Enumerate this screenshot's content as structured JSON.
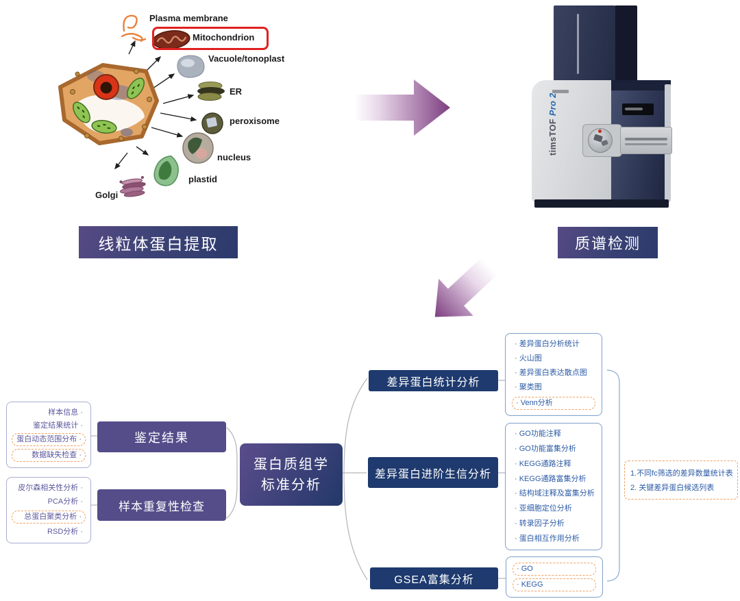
{
  "extraction": {
    "caption": "线粒体蛋白提取",
    "organelle_labels": {
      "plasma_membrane": "Plasma membrane",
      "mitochondrion": "Mitochondrion",
      "vacuole": "Vacuole/tonoplast",
      "er": "ER",
      "peroxisome": "peroxisome",
      "nucleus": "nucleus",
      "plastid": "plastid",
      "golgi": "Golgi"
    },
    "highlighted_organelle": "Mitochondrion"
  },
  "mass_spec": {
    "caption": "质谱检测",
    "instrument_brand": "timsTOF",
    "instrument_model": "Pro 2"
  },
  "pipeline": {
    "center": {
      "line1": "蛋白质组学",
      "line2": "标准分析"
    },
    "qc_groups": [
      {
        "node": "鉴定结果",
        "items": [
          {
            "text": "样本信息 ·",
            "dashed": false
          },
          {
            "text": "鉴定结果统计 ·",
            "dashed": false
          },
          {
            "text": "蛋白动态范围分布 ·",
            "dashed": true
          },
          {
            "text": "数据缺失检查 ·",
            "dashed": true
          }
        ]
      },
      {
        "node": "样本重复性检查",
        "items": [
          {
            "text": "皮尔森相关性分析 ·",
            "dashed": false
          },
          {
            "text": "PCA分析 ·",
            "dashed": false
          },
          {
            "text": "总蛋白聚类分析 ·",
            "dashed": true
          },
          {
            "text": "RSD分析 ·",
            "dashed": false
          }
        ]
      }
    ],
    "branches": [
      {
        "node": "差异蛋白统计分析",
        "items": [
          {
            "text": "· 差异蛋白分析统计",
            "dashed": false
          },
          {
            "text": "· 火山图",
            "dashed": false
          },
          {
            "text": "· 差异蛋白表达散点图",
            "dashed": false
          },
          {
            "text": "· 聚类图",
            "dashed": false
          },
          {
            "text": "· Venn分析",
            "dashed": true
          }
        ]
      },
      {
        "node": "差异蛋白进阶生信分析",
        "items": [
          {
            "text": "· GO功能注释",
            "dashed": false
          },
          {
            "text": "· GO功能富集分析",
            "dashed": false
          },
          {
            "text": "· KEGG通路注释",
            "dashed": false
          },
          {
            "text": "· KEGG通路富集分析",
            "dashed": false
          },
          {
            "text": "· 结构域注释及富集分析",
            "dashed": false
          },
          {
            "text": "· 亚细胞定位分析",
            "dashed": false
          },
          {
            "text": "· 转录因子分析",
            "dashed": false
          },
          {
            "text": "· 蛋白相互作用分析",
            "dashed": false
          }
        ]
      },
      {
        "node": "GSEA富集分析",
        "items": [
          {
            "text": "· GO",
            "dashed": true
          },
          {
            "text": "· KEGG",
            "dashed": true
          }
        ]
      }
    ],
    "deliverables": {
      "line1": "1.不同fc筛选的差异数量统计表",
      "line2": "2. 关键差异蛋白候选列表"
    }
  },
  "colors": {
    "node_purple": "#544d8a",
    "node_navy": "#1e3a6e",
    "caption_gradient_start": "#574a84",
    "caption_gradient_end": "#2c3a6b",
    "dashed_orange": "#f0a060",
    "list_text_purple": "#5c589c",
    "list_text_blue": "#2c5ba6",
    "arrow_purple": "#7d3e80",
    "highlight_red": "#e02020"
  }
}
